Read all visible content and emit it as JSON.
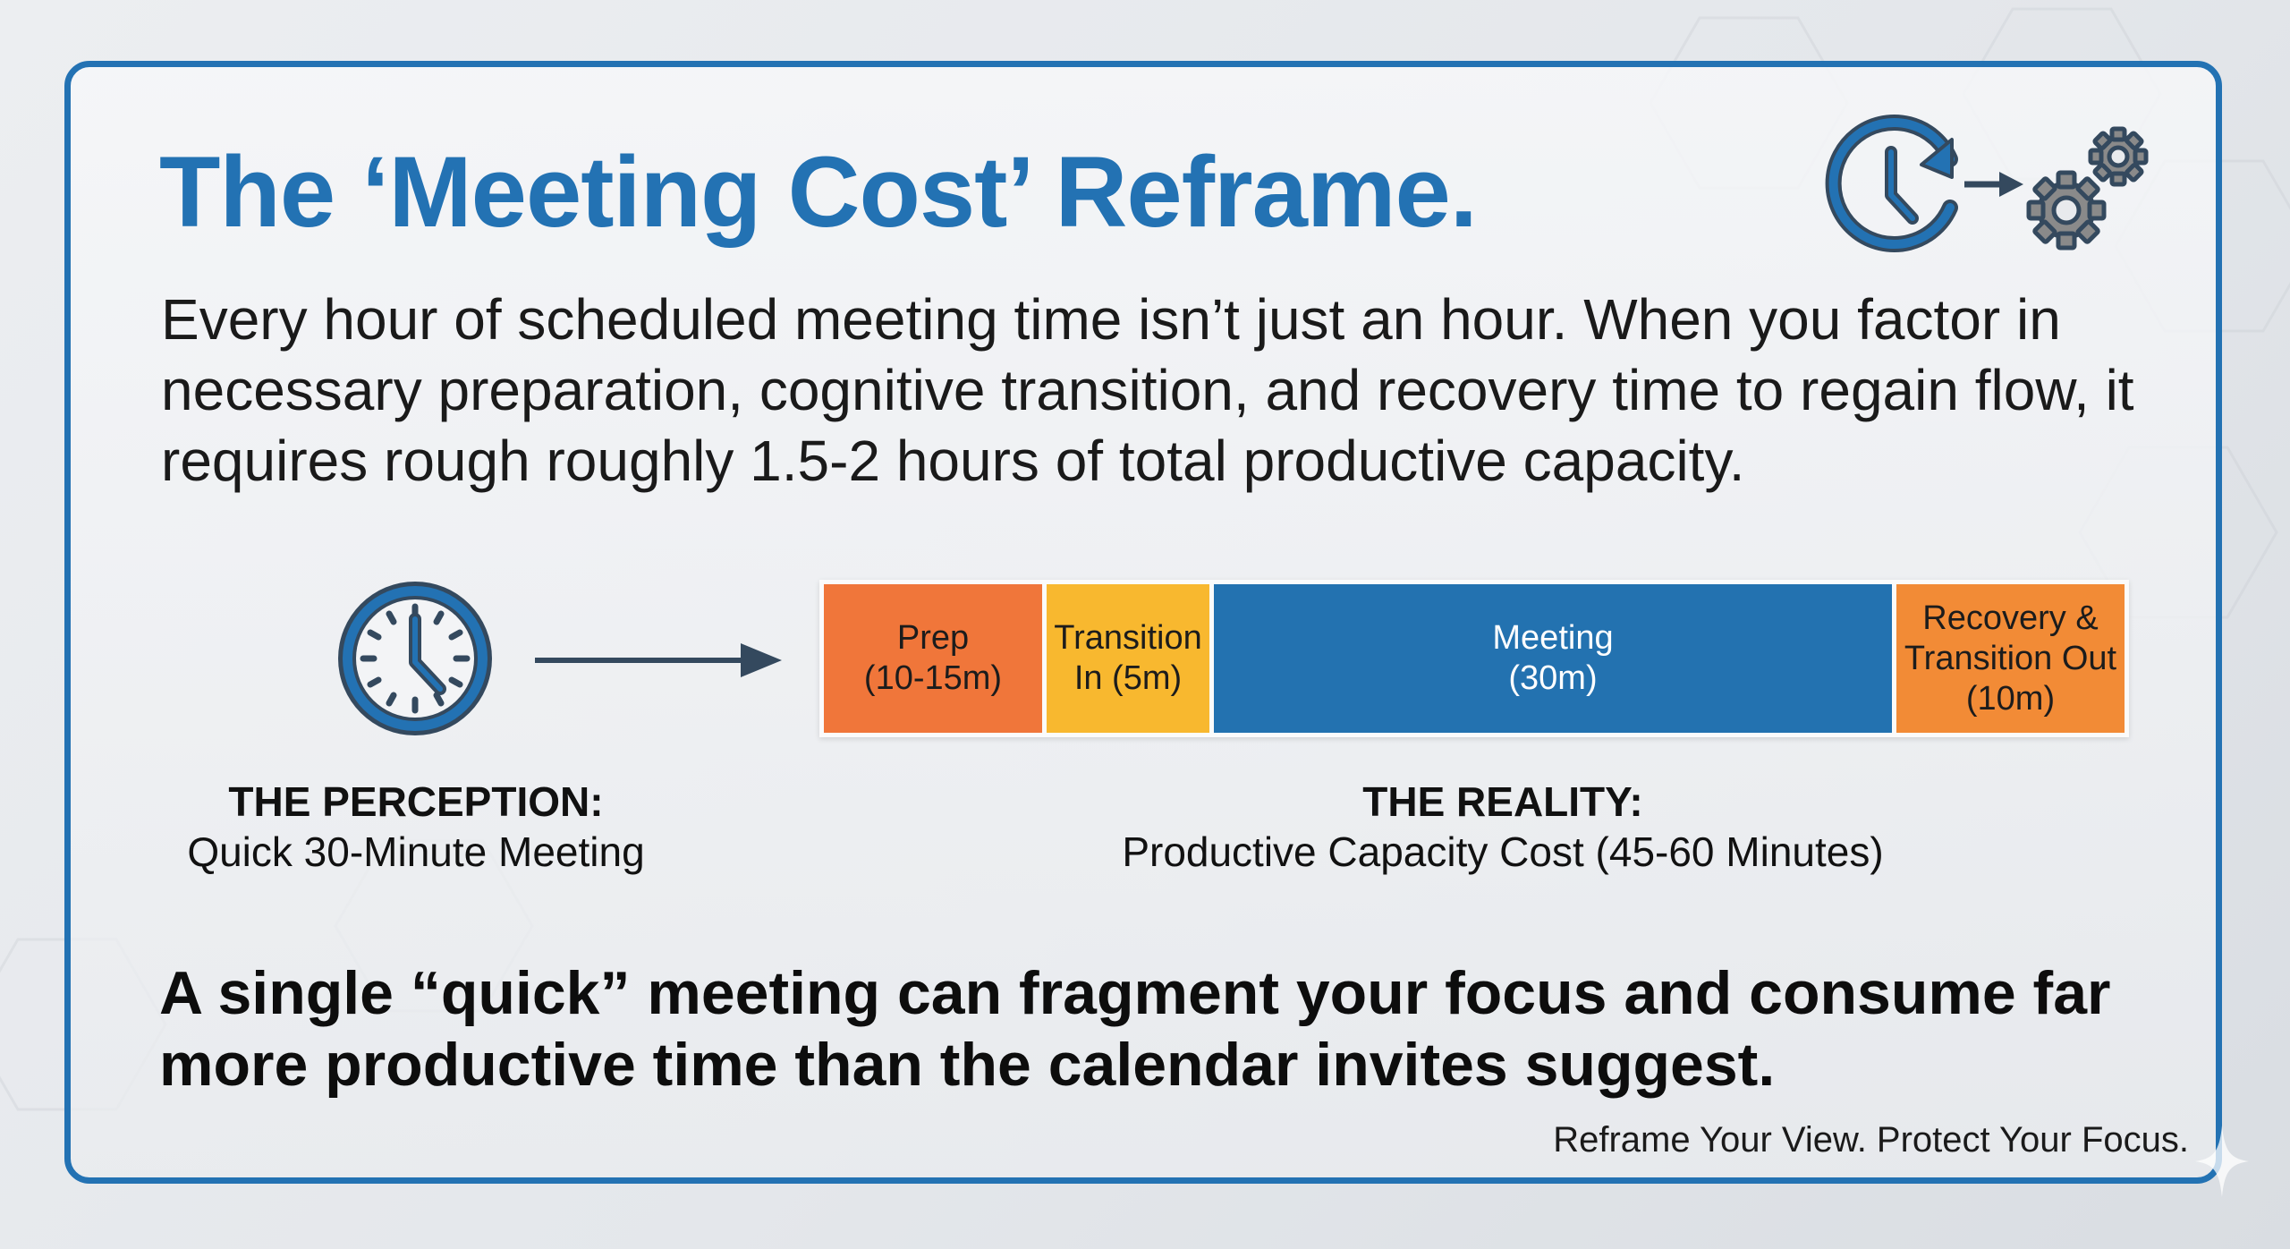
{
  "title": "The ‘Meeting Cost’ Reframe.",
  "paragraph": "Every hour of scheduled meeting time isn’t just an hour. When you factor in necessary preparation, cognitive transition, and recovery time to regain flow, it requires rough roughly 1.5-2 hours of total productive capacity.",
  "icons": {
    "header": [
      "clock-refresh-icon",
      "arrow-right-icon",
      "gears-icon"
    ],
    "perception": "clock-icon",
    "connector": "arrow-right-icon"
  },
  "timeline": {
    "segments": [
      {
        "line1": "Prep",
        "line2": "(10-15m)",
        "color": "#f0763a"
      },
      {
        "line1": "Transition",
        "line2": "In (5m)",
        "color": "#f8b82f"
      },
      {
        "line1": "Meeting",
        "line2": "(30m)",
        "color": "#2372b0"
      },
      {
        "line1": "Recovery &",
        "line2": "Transition Out",
        "line3": "(10m)",
        "color": "#f28b36"
      }
    ]
  },
  "perception": {
    "heading": "THE PERCEPTION:",
    "text": "Quick 30-Minute Meeting"
  },
  "reality": {
    "heading": "THE REALITY:",
    "text": "Productive Capacity Cost (45-60 Minutes)"
  },
  "statement": "A single “quick” meeting can fragment your focus and consume far more productive time than the calendar invites suggest.",
  "tagline": "Reframe Your View. Protect Your Focus.",
  "colors": {
    "accent": "#2372b3",
    "dark": "#34495e",
    "gear": "#8a8a8a"
  }
}
